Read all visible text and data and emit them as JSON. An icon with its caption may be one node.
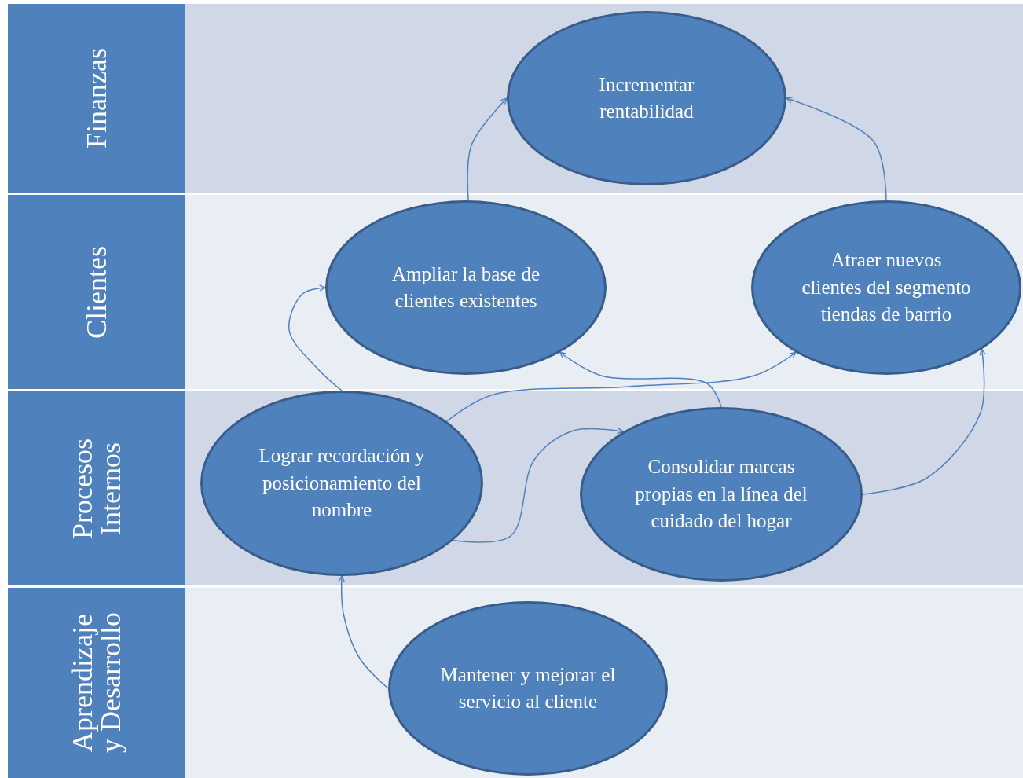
{
  "diagram": {
    "nodes": [
      {
        "text": [
          "Finanzas"
        ]
      },
      {
        "text": [
          "Clientes"
        ]
      },
      {
        "text": [
          "Procesos Internos"
        ]
      },
      {
        "text": [
          "Aprendizaje y Desarrollo"
        ]
      },
      {
        "text": [
          "Incrementar rentabilidad"
        ],
        "in": 0
      },
      {
        "text": [
          "Ampliar la base de clientes existentes"
        ],
        "in": 1
      },
      {
        "text": [
          "Atraer nuevos clientes del segmento tiendas de barrio"
        ],
        "in": 1
      },
      {
        "text": [
          "Lograr recordación y posicionamiento del nombre"
        ],
        "in": 2
      },
      {
        "text": [
          "Consolidar marcas propias en la línea del cuidado del hogar"
        ],
        "in": 2
      },
      {
        "text": [
          "Mantener y mejorar el servicio al cliente"
        ],
        "in": 3
      }
    ],
    "edges": [
      {
        "from": 5,
        "to": 4,
        "arrow": "to"
      },
      {
        "from": 6,
        "to": 4,
        "arrow": "to"
      },
      {
        "from": 7,
        "to": 5,
        "arrow": "to"
      },
      {
        "from": 7,
        "to": 6,
        "arrow": "to"
      },
      {
        "from": 7,
        "to": 8,
        "arrow": "to"
      },
      {
        "from": 8,
        "to": 5,
        "arrow": "to"
      },
      {
        "from": 8,
        "to": 6,
        "arrow": "to"
      },
      {
        "from": 9,
        "to": 7,
        "arrow": "to"
      }
    ]
  }
}
